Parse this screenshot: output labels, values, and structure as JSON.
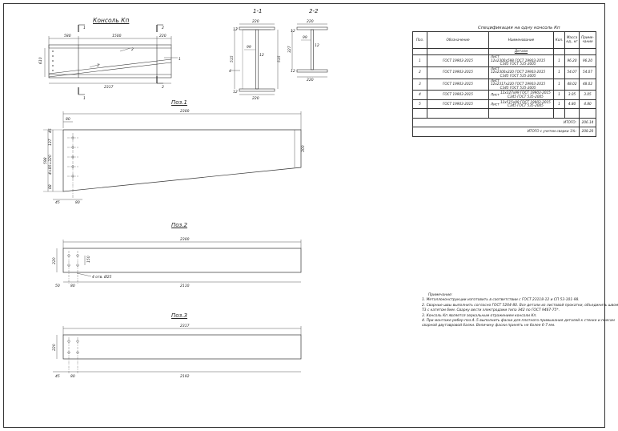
{
  "views": {
    "console_title": "Консоль Кп",
    "section_1": "1-1",
    "section_2": "2-2",
    "poz1": "Поз.1",
    "poz2": "Поз.2",
    "poz3": "Поз.3"
  },
  "console_dims": {
    "d580": "580",
    "d1500": "1500",
    "d220": "220",
    "d2317": "2317",
    "d610": "610",
    "cut1": "1",
    "cut2": "2",
    "ld1": "1",
    "ld2": "2",
    "ld3": "3"
  },
  "section_dims": {
    "s220a": "220",
    "s220b": "220",
    "s12a": "12",
    "s12b": "12",
    "s99": "99",
    "s12c": "12",
    "s515": "515",
    "s515b": "515",
    "s4": "4",
    "s2_220a": "220",
    "s2_220b": "220",
    "s2_12a": "12",
    "s2_327": "327",
    "s2_99": "99",
    "s2_12": "12",
    "s2_12b": "12"
  },
  "poz1_dims": {
    "len": "2300",
    "d80": "80",
    "d45": "45",
    "d80b": "80",
    "h598": "598",
    "h300": "300",
    "d45v": "45",
    "d137": "137",
    "d4x": "4×80=320",
    "d88": "88"
  },
  "poz2_dims": {
    "len": "2300",
    "d220": "220",
    "d150": "150",
    "d50": "50",
    "d80": "80",
    "d2110": "2110",
    "holes": "4 отв. Ø25"
  },
  "poz3_dims": {
    "len": "2317",
    "d220": "220",
    "d45": "45",
    "d80": "80",
    "d2192": "2192"
  },
  "spec": {
    "title": "Спецификация на одну консоль Кп",
    "headers": {
      "pos": "Поз.",
      "designation": "Обозначение",
      "name": "Наименование",
      "qty": "Кол.",
      "mass": "Масса ед., кг",
      "note": "Приме-чание"
    },
    "section": "Детали",
    "rows": [
      {
        "pos": "1",
        "des": "ГОСТ 19903-2015",
        "name1": "12х2300х598 ГОСТ 19903-2015",
        "name2": "С345 ГОСТ 535-2005",
        "qty": "1",
        "mass": "96.20",
        "note": "96.20"
      },
      {
        "pos": "2",
        "des": "ГОСТ 19903-2015",
        "name1": "12х2300х220 ГОСТ 19903-2015",
        "name2": "С345 ГОСТ 535-2005",
        "qty": "1",
        "mass": "54.07",
        "note": "54.07"
      },
      {
        "pos": "3",
        "des": "ГОСТ 19903-2015",
        "name1": "12х2317х220 ГОСТ 19903-2015",
        "name2": "С345 ГОСТ 535-2005",
        "qty": "1",
        "mass": "48.02",
        "note": "48.02"
      },
      {
        "pos": "4",
        "des": "ГОСТ 19903-2015",
        "name1": "12х327х99 ГОСТ 19903-2015",
        "name2": "С345 ГОСТ 535-2005",
        "qty": "1",
        "mass": "3.05",
        "note": "3.05"
      },
      {
        "pos": "5",
        "des": "ГОСТ 19903-2015",
        "name1": "12х515х99 ГОСТ 19903-2015",
        "name2": "С345 ГОСТ 535-2005",
        "qty": "1",
        "mass": "4.80",
        "note": "4.80"
      }
    ],
    "list_word": "Лист",
    "total_label": "ИТОГО:",
    "total_value": "206.14",
    "total_weld_label": "ИТОГО с учетом сварки 1%:",
    "total_weld_value": "208.20"
  },
  "notes": {
    "title": "Примечание:",
    "lines": [
      "1. Металлоконструкции изготовить в соответствии с ГОСТ 23118-12 и СП 53-101-98.",
      "2. Сварные швы выполнить согласно ГОСТ 5264-80. Все детали из листовой прокатки, объединить швом",
      "   Т3 с катетом 6мм. Сварку вести электродами типа Э42 по ГОСТ 9467-75*.",
      "3. Консоль Кп является зеркальным отражением консоли Кп.",
      "4. При монтаже ребер поз.4..5 выполнить фаски для плотного примыкания деталей к стенке и поясам",
      "   сварной двутавровой балки. Величину фаски принять не более 6-7 мм."
    ]
  }
}
